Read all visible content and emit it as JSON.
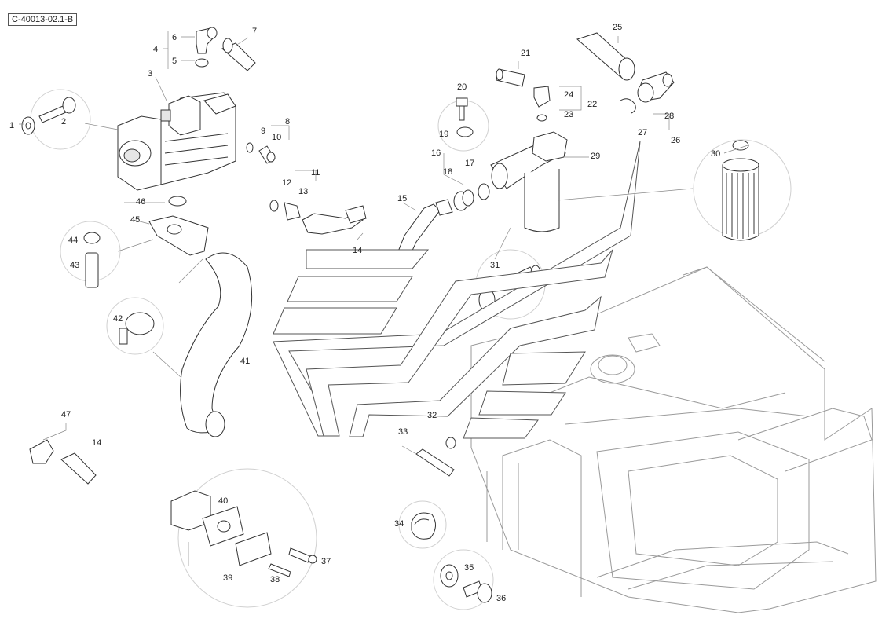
{
  "reference_code": "C-40013-02.1-B",
  "callouts": [
    "1",
    "2",
    "3",
    "4",
    "5",
    "6",
    "7",
    "8",
    "9",
    "10",
    "11",
    "12",
    "13",
    "14",
    "15",
    "16",
    "17",
    "18",
    "19",
    "20",
    "21",
    "22",
    "23",
    "24",
    "25",
    "26",
    "27",
    "28",
    "29",
    "30",
    "31",
    "32",
    "33",
    "34",
    "35",
    "36",
    "37",
    "38",
    "39",
    "40",
    "41",
    "42",
    "43",
    "44",
    "45",
    "46",
    "47"
  ]
}
